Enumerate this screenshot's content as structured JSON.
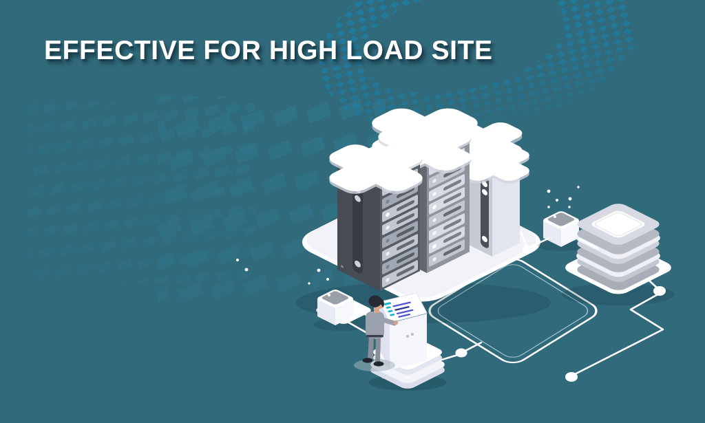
{
  "title": {
    "text": "EFFECTIVE FOR HIGH LOAD SITE"
  },
  "colors": {
    "background": "#316A7B",
    "dome_pattern": "#1B7FA6",
    "floor_grid": "#2E7E96",
    "connector": "#FFFFFF",
    "title_text": "#FFFFFF",
    "title_shadow": "#14323D",
    "tower_dark": "#474B54",
    "tower_medium": "#63676F",
    "tower_light": "#C6CAD4",
    "cloud": "#FFFFFF",
    "screen_accent_teal": "#1FB6C9",
    "screen_accent_purple": "#5055D4"
  },
  "icons": {
    "servers": "server-towers-with-cloud-tops",
    "admin": "person-at-control-console",
    "storage": "stacked-storage-slabs",
    "network": "connector-lines-with-nodes",
    "decor": [
      "dome-dot-pattern",
      "perspective-floor-grid",
      "outline-diamond",
      "particle-dots"
    ]
  }
}
